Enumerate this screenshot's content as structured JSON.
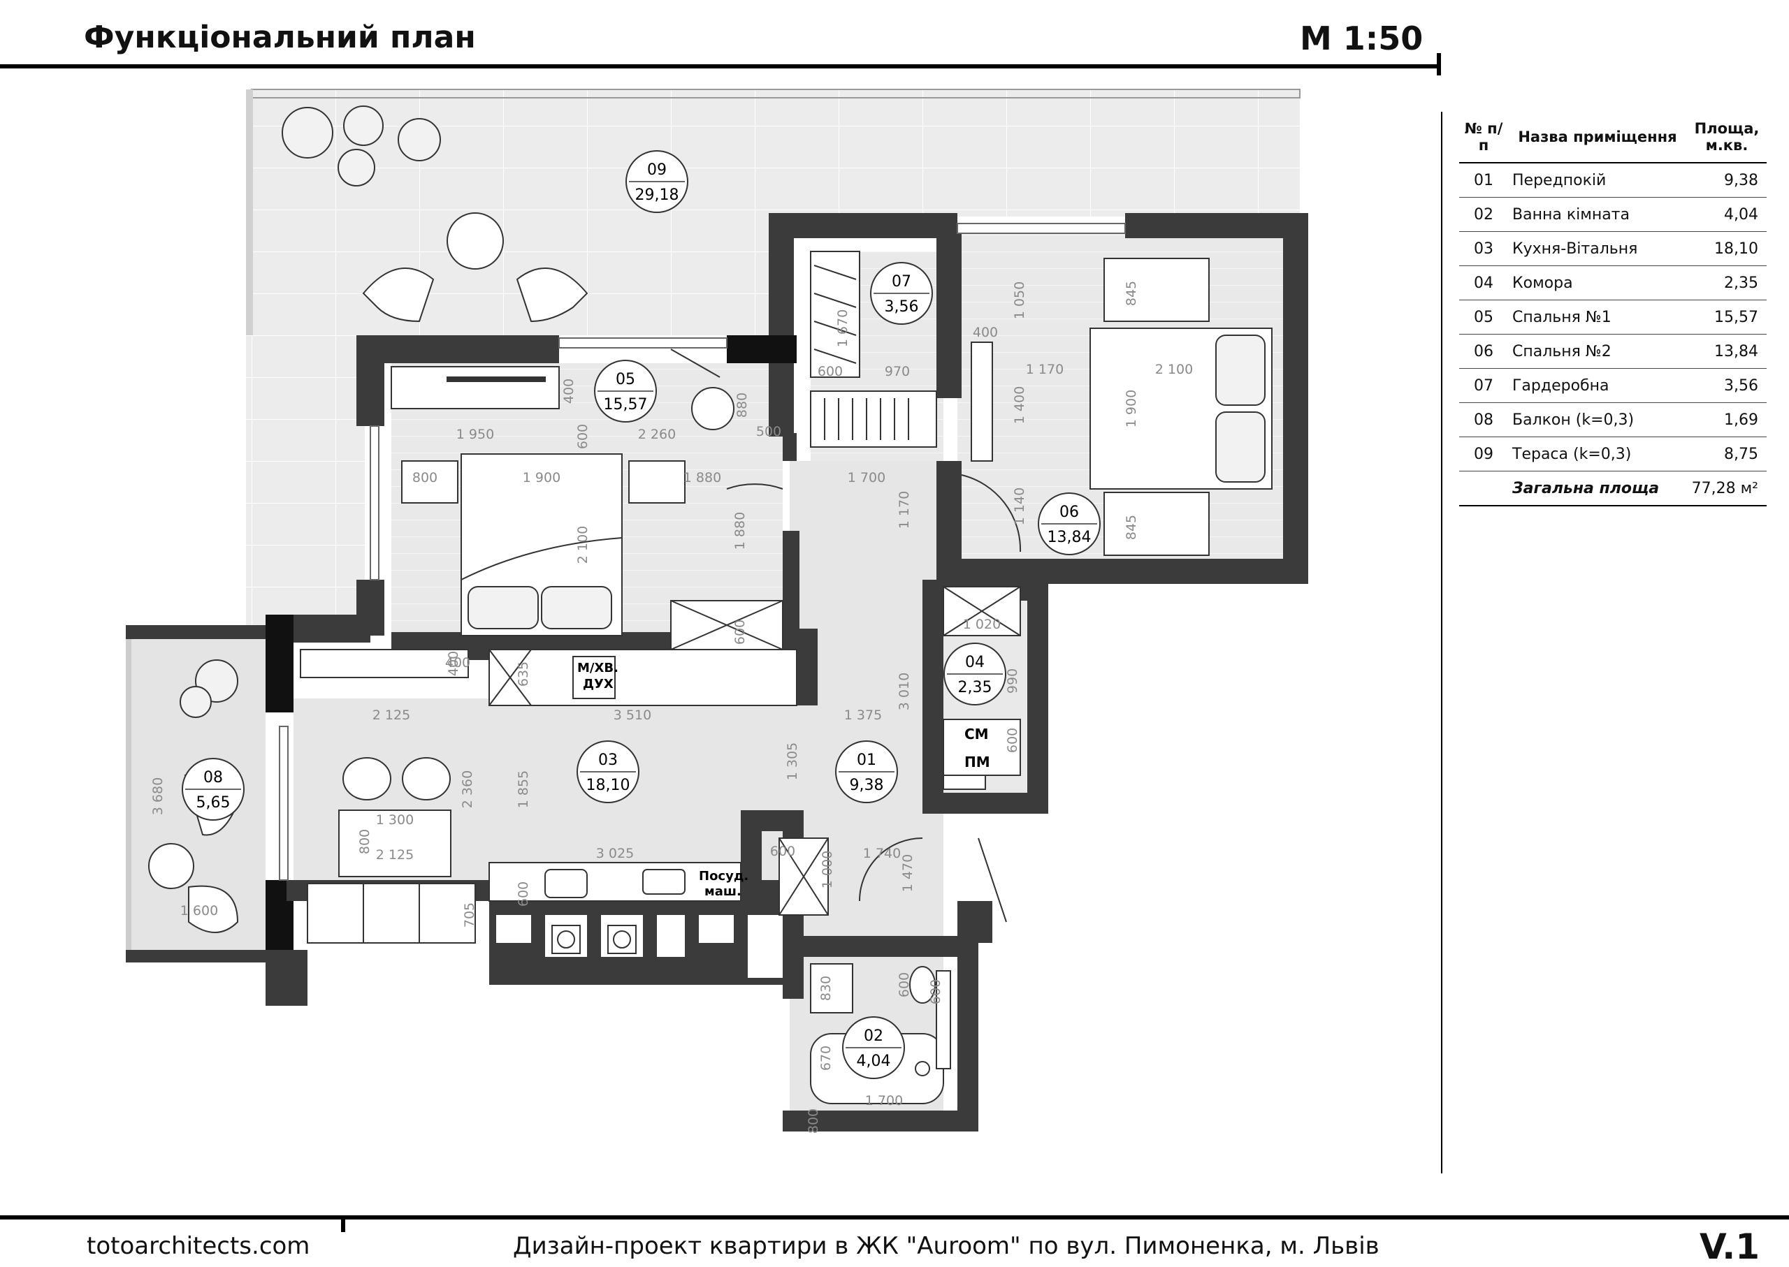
{
  "header": {
    "title": "Функціональний план",
    "scale": "М 1:50"
  },
  "table": {
    "headers": {
      "num": "№ п/п",
      "name": "Назва приміщення",
      "area": "Площа, м.кв."
    },
    "rows": [
      {
        "num": "01",
        "name": "Передпокій",
        "area": "9,38"
      },
      {
        "num": "02",
        "name": "Ванна кімната",
        "area": "4,04"
      },
      {
        "num": "03",
        "name": "Кухня-Вітальня",
        "area": "18,10"
      },
      {
        "num": "04",
        "name": "Комора",
        "area": "2,35"
      },
      {
        "num": "05",
        "name": "Спальня №1",
        "area": "15,57"
      },
      {
        "num": "06",
        "name": "Спальня №2",
        "area": "13,84"
      },
      {
        "num": "07",
        "name": "Гардеробна",
        "area": "3,56"
      },
      {
        "num": "08",
        "name": "Балкон (k=0,3)",
        "area": "1,69"
      },
      {
        "num": "09",
        "name": "Тераса (k=0,3)",
        "area": "8,75"
      }
    ],
    "total": {
      "label": "Загальна площа",
      "value": "77,28 м²"
    }
  },
  "rooms": {
    "r01": {
      "num": "01",
      "area": "9,38"
    },
    "r02": {
      "num": "02",
      "area": "4,04"
    },
    "r03": {
      "num": "03",
      "area": "18,10"
    },
    "r04": {
      "num": "04",
      "area": "2,35"
    },
    "r05": {
      "num": "05",
      "area": "15,57"
    },
    "r06": {
      "num": "06",
      "area": "13,84"
    },
    "r07": {
      "num": "07",
      "area": "3,56"
    },
    "r08": {
      "num": "08",
      "area": "5,65"
    },
    "r09": {
      "num": "09",
      "area": "29,18"
    }
  },
  "dims": {
    "d1950": "1 950",
    "d2260": "2 260",
    "d1880a": "1 880",
    "d1880b": "1 880",
    "d1900a": "1 900",
    "d800a": "800",
    "d2100a": "2 100",
    "d600a": "600",
    "d400a": "400",
    "d880": "880",
    "d500": "500",
    "d1700a": "1 700",
    "d1170a": "1 170",
    "d1670": "1 670",
    "d970": "970",
    "d600b": "600",
    "d1050": "1 050",
    "d400b": "400",
    "d1170b": "1 170",
    "d2100b": "2 100",
    "d1400": "1 400",
    "d845a": "845",
    "d845b": "845",
    "d1900b": "1 900",
    "d1140": "1 140",
    "d1020": "1 020",
    "d990": "990",
    "d3010": "3 010",
    "d600c": "600",
    "d2125a": "2 125",
    "d3510": "3 510",
    "d1375": "1 375",
    "d1305": "1 305",
    "d1855": "1 855",
    "d2360": "2 360",
    "d1300": "1 300",
    "d2125b": "2 125",
    "d800b": "800",
    "d3025": "3 025",
    "d1740": "1 740",
    "d1000": "1 000",
    "d1470": "1 470",
    "d600d": "600",
    "d600e": "600",
    "d705": "705",
    "d3680": "3 680",
    "d1600": "1 600",
    "d600f": "600",
    "d830": "830",
    "d670": "670",
    "d1700b": "1 700",
    "d800c": "800",
    "d600g": "600",
    "d400c": "400",
    "d635": "635",
    "d600h": "600",
    "d400d": "400"
  },
  "labels": {
    "wc": "М/ХВ.",
    "shower": "ДУХ",
    "washer": "СМ",
    "dryer": "ПМ",
    "dishwasher1": "Посуд.",
    "dishwasher2": "маш."
  },
  "footer": {
    "site": "totoarchitects.com",
    "project": "Дизайн-проект квартири в ЖК \"Auroom\" по вул. Пимоненка, м. Львів",
    "version": "V.1"
  }
}
